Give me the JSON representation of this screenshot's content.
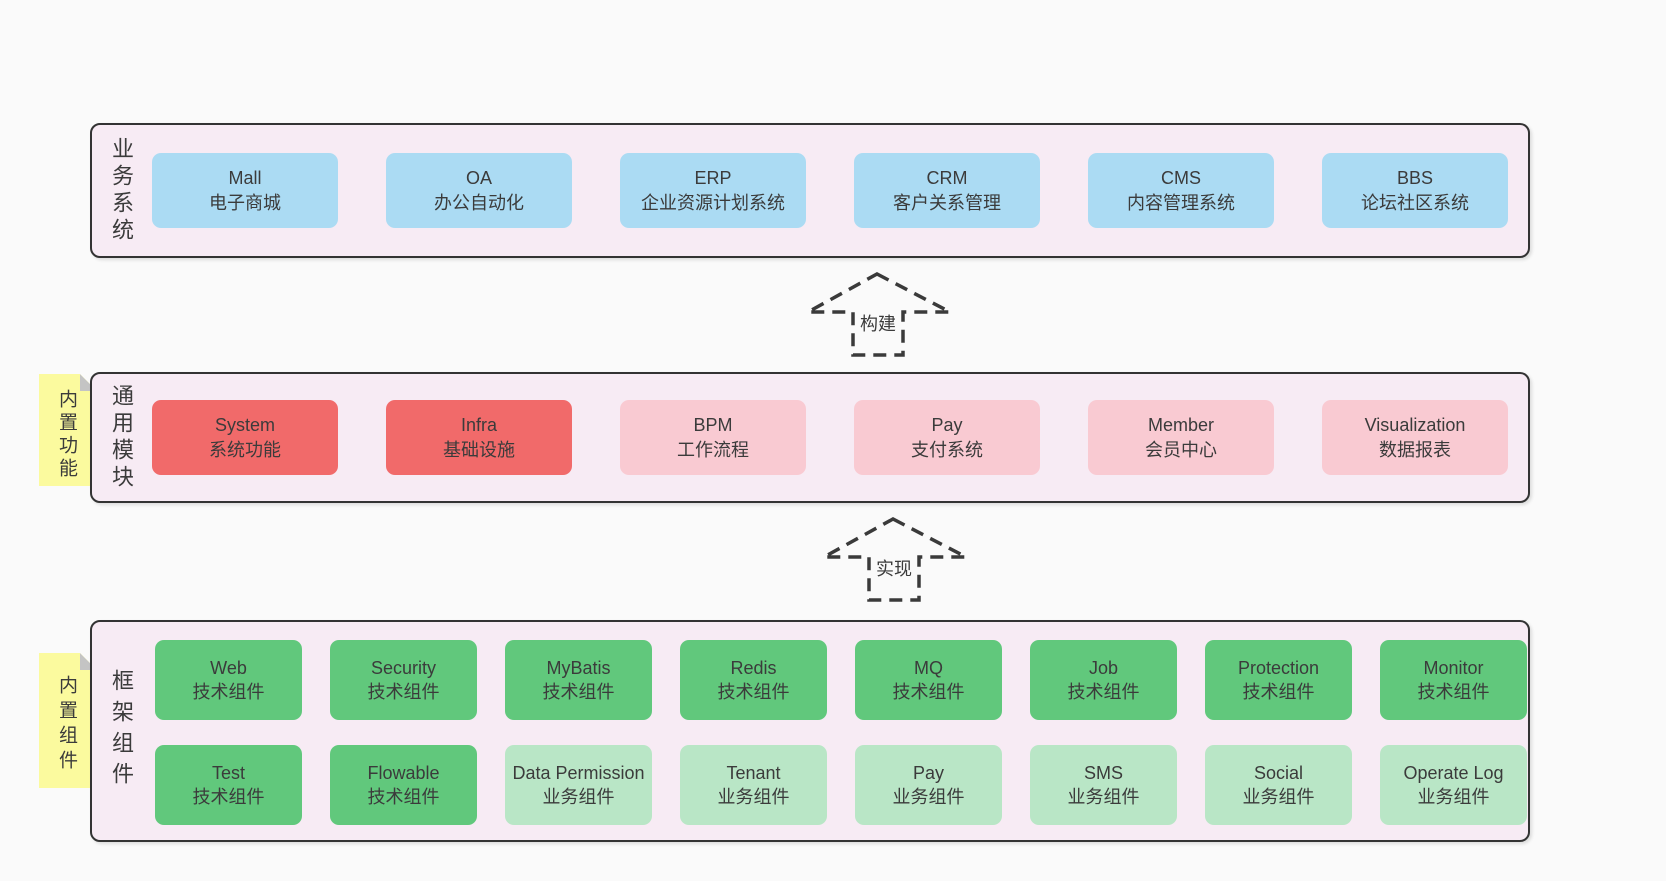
{
  "colors": {
    "page_bg": "#fafafa",
    "band_bg": "#f7ebf4",
    "band_border": "#333333",
    "box_blue": "#abdbf3",
    "box_red": "#f16a6a",
    "box_pink": "#f9cad2",
    "box_green": "#61c87c",
    "box_light_green": "#b9e6c6",
    "sticky_yellow": "#fbfa9e",
    "sticky_fold_gray": "#c4c4c4",
    "text": "#3b3b3b"
  },
  "bands": [
    {
      "id": "business-systems",
      "label": "业务系统",
      "boxes": [
        {
          "name": "Mall",
          "desc": "电子商城",
          "type": "blue"
        },
        {
          "name": "OA",
          "desc": "办公自动化",
          "type": "blue"
        },
        {
          "name": "ERP",
          "desc": "企业资源计划系统",
          "type": "blue"
        },
        {
          "name": "CRM",
          "desc": "客户关系管理",
          "type": "blue"
        },
        {
          "name": "CMS",
          "desc": "内容管理系统",
          "type": "blue"
        },
        {
          "name": "BBS",
          "desc": "论坛社区系统",
          "type": "blue"
        }
      ]
    },
    {
      "id": "common-modules",
      "label": "通用模块",
      "sticky": "内置功能",
      "boxes": [
        {
          "name": "System",
          "desc": "系统功能",
          "type": "red"
        },
        {
          "name": "Infra",
          "desc": "基础设施",
          "type": "red"
        },
        {
          "name": "BPM",
          "desc": "工作流程",
          "type": "pink"
        },
        {
          "name": "Pay",
          "desc": "支付系统",
          "type": "pink"
        },
        {
          "name": "Member",
          "desc": "会员中心",
          "type": "pink"
        },
        {
          "name": "Visualization",
          "desc": "数据报表",
          "type": "pink"
        }
      ]
    },
    {
      "id": "framework-components",
      "label": "框架组件",
      "sticky": "内置组件",
      "rows": [
        [
          {
            "name": "Web",
            "desc": "技术组件",
            "type": "green"
          },
          {
            "name": "Security",
            "desc": "技术组件",
            "type": "green"
          },
          {
            "name": "MyBatis",
            "desc": "技术组件",
            "type": "green"
          },
          {
            "name": "Redis",
            "desc": "技术组件",
            "type": "green"
          },
          {
            "name": "MQ",
            "desc": "技术组件",
            "type": "green"
          },
          {
            "name": "Job",
            "desc": "技术组件",
            "type": "green"
          },
          {
            "name": "Protection",
            "desc": "技术组件",
            "type": "green"
          },
          {
            "name": "Monitor",
            "desc": "技术组件",
            "type": "green"
          }
        ],
        [
          {
            "name": "Test",
            "desc": "技术组件",
            "type": "green"
          },
          {
            "name": "Flowable",
            "desc": "技术组件",
            "type": "green"
          },
          {
            "name": "Data Permission",
            "desc": "业务组件",
            "type": "lightgreen"
          },
          {
            "name": "Tenant",
            "desc": "业务组件",
            "type": "lightgreen"
          },
          {
            "name": "Pay",
            "desc": "业务组件",
            "type": "lightgreen"
          },
          {
            "name": "SMS",
            "desc": "业务组件",
            "type": "lightgreen"
          },
          {
            "name": "Social",
            "desc": "业务组件",
            "type": "lightgreen"
          },
          {
            "name": "Operate Log",
            "desc": "业务组件",
            "type": "lightgreen"
          }
        ]
      ]
    }
  ],
  "arrows": [
    {
      "label": "构建"
    },
    {
      "label": "实现"
    }
  ]
}
